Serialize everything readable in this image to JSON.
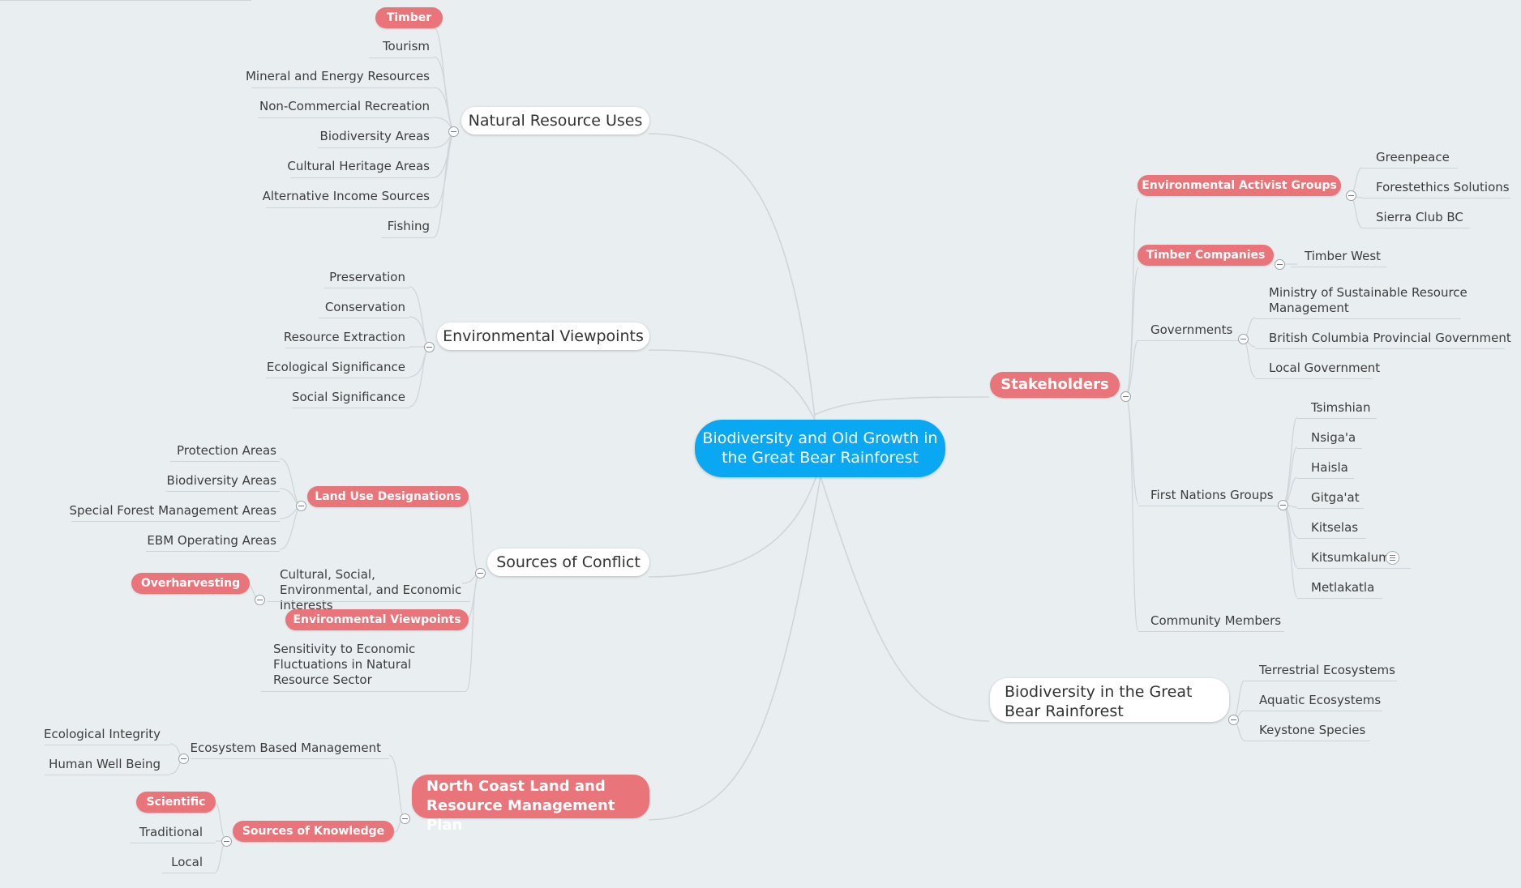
{
  "center": {
    "title": "Biodiversity and Old Growth in the Great Bear Rainforest"
  },
  "natural_resource_uses": {
    "title": "Natural Resource Uses",
    "items": [
      "Timber",
      "Tourism",
      "Mineral and Energy Resources",
      "Non-Commercial Recreation",
      "Biodiversity Areas",
      "Cultural Heritage Areas",
      "Alternative Income Sources",
      "Fishing"
    ]
  },
  "environmental_viewpoints": {
    "title": "Environmental Viewpoints",
    "items": [
      "Preservation",
      "Conservation",
      "Resource Extraction",
      "Ecological Significance",
      "Social Significance"
    ]
  },
  "sources_of_conflict": {
    "title": "Sources of Conflict",
    "land_use": {
      "title": "Land Use Designations",
      "items": [
        "Protection Areas",
        "Biodiversity Areas",
        "Special Forest Management Areas",
        "EBM Operating Areas"
      ]
    },
    "interests": "Cultural, Social, Environmental, and Economic Interests",
    "overharvesting": "Overharvesting",
    "env_viewpoints": "Environmental Viewpoints",
    "sensitivity": "Sensitivity to Economic Fluctuations in Natural Resource Sector"
  },
  "north_coast": {
    "title": "North Coast Land and Resource Management Plan",
    "ebm": {
      "title": "Ecosystem Based Management",
      "items": [
        "Ecological Integrity",
        "Human Well Being"
      ]
    },
    "knowledge": {
      "title": "Sources of Knowledge",
      "items": [
        "Scientific",
        "Traditional",
        "Local"
      ]
    }
  },
  "stakeholders": {
    "title": "Stakeholders",
    "activists": {
      "title": "Environmental Activist Groups",
      "items": [
        "Greenpeace",
        "Forestethics Solutions",
        "Sierra Club BC"
      ]
    },
    "timber": {
      "title": "Timber Companies",
      "items": [
        "Timber West"
      ]
    },
    "governments": {
      "title": "Governments",
      "items": [
        "Ministry of Sustainable Resource Management",
        "British Columbia Provincial Government",
        "Local Government"
      ]
    },
    "first_nations": {
      "title": "First Nations Groups",
      "items": [
        "Tsimshian",
        "Nsiga'a",
        "Haisla",
        "Gitga'at",
        "Kitselas",
        "Kitsumkalum",
        "Metlakatla"
      ]
    },
    "community": "Community Members"
  },
  "biodiversity": {
    "title": "Biodiversity in the Great Bear Rainforest",
    "items": [
      "Terrestrial Ecosystems",
      "Aquatic Ecosystems",
      "Keystone Species"
    ]
  },
  "colors": {
    "center": "#0aa7f2",
    "highlight": "#e9757a",
    "connector": "#d0d5d9",
    "background": "#e9eef1"
  }
}
